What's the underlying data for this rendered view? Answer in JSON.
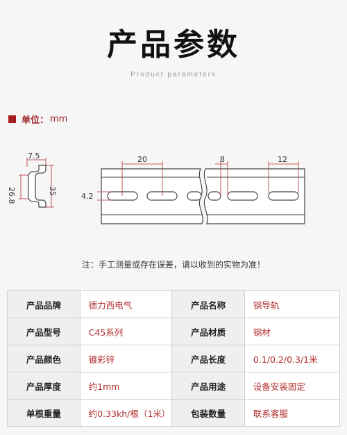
{
  "header": {
    "title": "产品参数",
    "subtitle": "Product parameters"
  },
  "unit": {
    "label": "单位：",
    "value": "mm"
  },
  "drawing": {
    "profile_top_width": "7.5",
    "profile_inner_height": "26.8",
    "profile_height": "35",
    "slot_spacing": "20",
    "slot_gap": "8",
    "slot_length": "12",
    "slot_height": "4.2",
    "colors": {
      "line": "#444444",
      "dim": "#b03030",
      "fill": "#ffffff"
    }
  },
  "note": "注：手工测量或存在误差，请以收到的实物为准！",
  "specs": [
    {
      "k1": "产品品牌",
      "v1": "德力西电气",
      "k2": "产品名称",
      "v2": "钢导轨"
    },
    {
      "k1": "产品型号",
      "v1": "C45系列",
      "k2": "产品材质",
      "v2": "钢材"
    },
    {
      "k1": "产品颜色",
      "v1": "镀彩锌",
      "k2": "产品长度",
      "v2": "0.1/0.2/0.3/1米"
    },
    {
      "k1": "产品厚度",
      "v1": "约1mm",
      "k2": "产品用途",
      "v2": "设备安装固定"
    },
    {
      "k1": "单根重量",
      "v1": "约0.33kh/根（1米）",
      "k2": "包装数量",
      "v2": "联系客服"
    }
  ]
}
